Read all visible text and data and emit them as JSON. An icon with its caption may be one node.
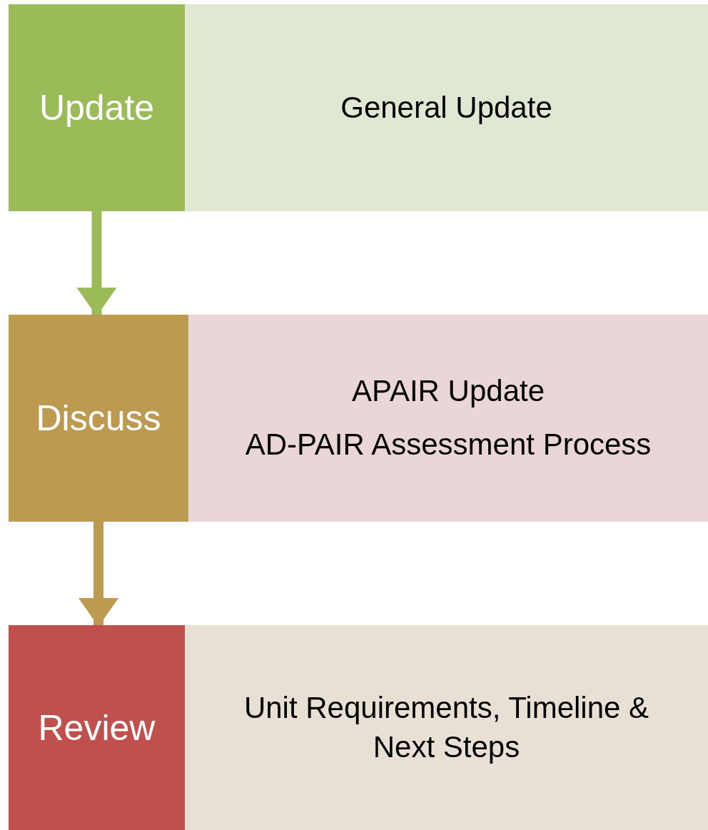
{
  "diagram": {
    "nodes": [
      {
        "text": [
          "Update"
        ]
      },
      {
        "text": [
          "General Update"
        ]
      },
      {
        "text": [
          "Discuss"
        ]
      },
      {
        "text": [
          "APAIR Update",
          "AD-PAIR Assessment Process"
        ]
      },
      {
        "text": [
          "Review"
        ]
      },
      {
        "text": [
          "Unit Requirements, Timeline & Next Steps"
        ]
      }
    ],
    "edges": [
      {
        "from": 0,
        "to": 2,
        "arrow": "to",
        "color": "#9bbb59"
      },
      {
        "from": 2,
        "to": 4,
        "arrow": "to",
        "color": "#bc9a50"
      }
    ]
  }
}
